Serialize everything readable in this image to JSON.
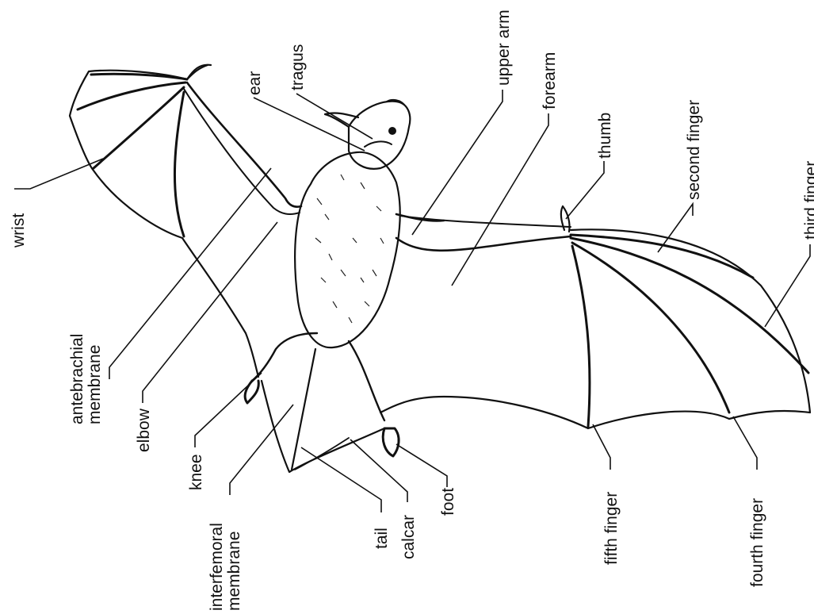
{
  "labels": {
    "wrist": "wrist",
    "antebrachial_membrane_1": "antebrachial",
    "antebrachial_membrane_2": "membrane",
    "elbow": "elbow",
    "knee": "knee",
    "interfemoral_membrane_1": "interfemoral",
    "interfemoral_membrane_2": "membrane",
    "tail": "tail",
    "calcar": "calcar",
    "foot": "foot",
    "ear": "ear",
    "tragus": "tragus",
    "upper_arm": "upper arm",
    "forearm": "forearm",
    "thumb": "thumb",
    "second_finger": "second finger",
    "third_finger": "third finger",
    "fifth_finger": "fifth finger",
    "fourth_finger": "fourth finger"
  }
}
